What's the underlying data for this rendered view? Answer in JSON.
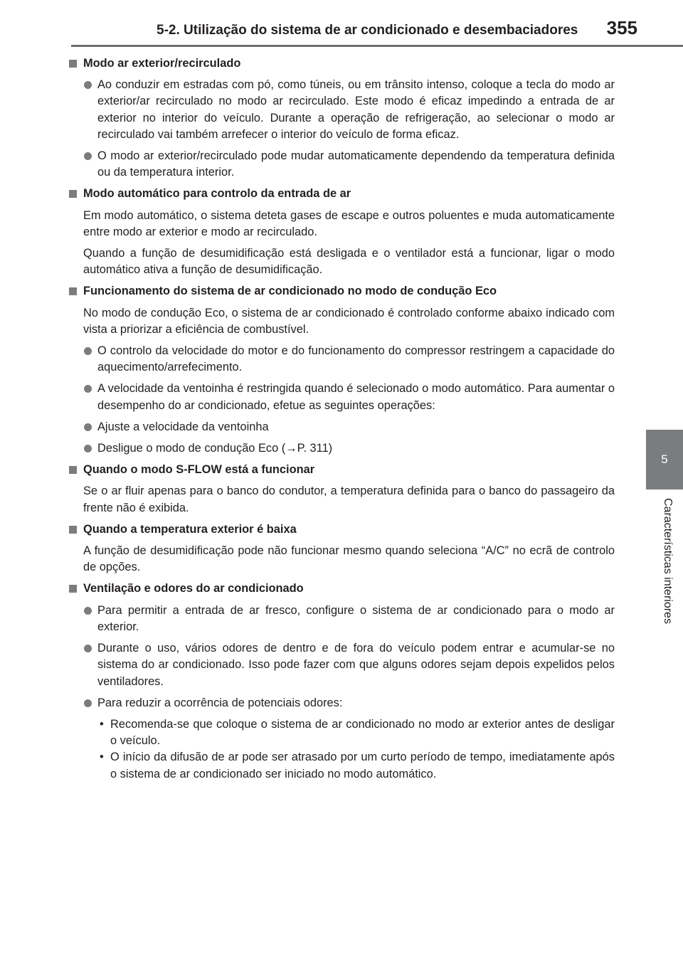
{
  "header": {
    "title": "5-2. Utilização do sistema de ar condicionado e desembaciadores",
    "page_number": "355"
  },
  "side_tab": {
    "number": "5",
    "label": "Características interiores"
  },
  "sections": [
    {
      "title": "Modo ar exterior/recirculado",
      "bullets": [
        "Ao conduzir em estradas com pó, como túneis, ou em trânsito intenso, coloque a tecla do modo ar exterior/ar recirculado no modo ar recirculado. Este modo é eficaz impedindo a entrada de ar exterior no interior do veículo. Durante a operação de refrigeração, ao selecionar o modo ar recirculado vai também arrefecer o interior do veículo de forma eficaz.",
        "O modo ar exterior/recirculado pode mudar automaticamente dependendo da temperatura definida ou da temperatura interior."
      ]
    },
    {
      "title": "Modo automático para controlo da entrada de ar",
      "paras": [
        "Em modo automático, o sistema deteta gases de escape e outros poluentes e muda automaticamente entre modo ar exterior e modo ar recirculado.",
        "Quando a função de desumidificação está desligada e o ventilador está a funcionar, ligar o modo automático ativa a função de desumidificação."
      ]
    },
    {
      "title": "Funcionamento do sistema de ar condicionado no modo de condução Eco",
      "paras": [
        "No modo de condução Eco, o sistema de ar condicionado é controlado conforme abaixo indicado com vista a priorizar a eficiência de combustível."
      ],
      "bullets": [
        "O controlo da velocidade do motor e do funcionamento do compressor restringem a capacidade do aquecimento/arrefecimento.",
        "A velocidade da ventoinha é restringida quando é selecionado o modo automático. Para aumentar o desempenho do ar condicionado, efetue as seguintes operações:",
        "Ajuste a velocidade da ventoinha",
        "Desligue o modo de condução Eco (→P. 311)"
      ]
    },
    {
      "title": "Quando o modo S-FLOW está a funcionar",
      "paras": [
        "Se o ar fluir apenas para o banco do condutor, a temperatura definida para o banco do passageiro da frente não é exibida."
      ]
    },
    {
      "title": "Quando a temperatura exterior é baixa",
      "paras": [
        "A função de desumidificação pode não funcionar mesmo quando seleciona “A/C” no ecrã de controlo de opções."
      ]
    },
    {
      "title": "Ventilação e odores do ar condicionado",
      "bullets": [
        "Para permitir a entrada de ar fresco, configure o sistema de ar condicionado para o modo ar exterior.",
        "Durante o uso, vários odores de dentro e de fora do veículo podem entrar e acumular-se no sistema do ar condicionado. Isso pode fazer com que alguns odores sejam depois expelidos pelos ventiladores.",
        "Para reduzir a ocorrência de potenciais odores:"
      ],
      "subitems": [
        "Recomenda-se que coloque o sistema de ar condicionado no modo ar exterior antes de desligar o veículo.",
        "O início da difusão de ar pode ser atrasado por um curto período de tempo, imediatamente após o sistema de ar condicionado ser iniciado no modo automático."
      ]
    }
  ],
  "colors": {
    "marker_gray": "#7b7c7e",
    "rule_gray": "#6d6e71",
    "text": "#231f20"
  }
}
